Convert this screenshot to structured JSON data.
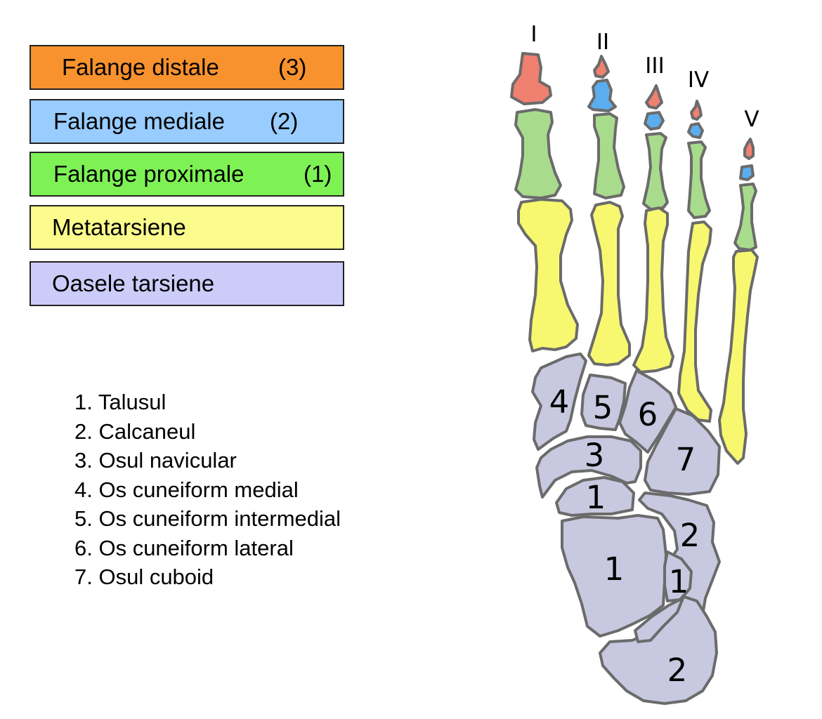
{
  "legend": [
    {
      "name": "Falange distale",
      "count": "(3)",
      "color": "#f7922e"
    },
    {
      "name": "Falange mediale",
      "count": "(2)",
      "color": "#99ccff"
    },
    {
      "name": "Falange proximale",
      "count": "(1)",
      "color": "#7ef255"
    },
    {
      "name": "Metatarsiene",
      "count": "",
      "color": "#fcfc8c"
    },
    {
      "name": "Oasele tarsiene",
      "count": "",
      "color": "#ccccf9"
    }
  ],
  "bones_list": [
    "1. Talusul",
    "2. Calcaneul",
    "3. Osul navicular",
    "4. Os cuneiform medial",
    "5. Os cuneiform intermedial",
    "6. Os cuneiform lateral",
    "7. Osul cuboid"
  ],
  "toe_labels": [
    "I",
    "II",
    "III",
    "IV",
    "V"
  ],
  "bone_labels": {
    "medial_cuneiform": "4",
    "intermediate_cuneiform": "5",
    "lateral_cuneiform": "6",
    "navicular": "3",
    "cuboid": "7",
    "talus_head": "1",
    "talus_body": "1",
    "talus_posterior": "1",
    "calcaneus_anterior": "2",
    "calcaneus_posterior": "2"
  },
  "colors": {
    "distal": "#f08070",
    "middle": "#5aaef0",
    "proximal": "#a8dc8c",
    "metatarsal": "#f8f870",
    "tarsal": "#c8c8e0",
    "outline": "#6b6b6b"
  }
}
